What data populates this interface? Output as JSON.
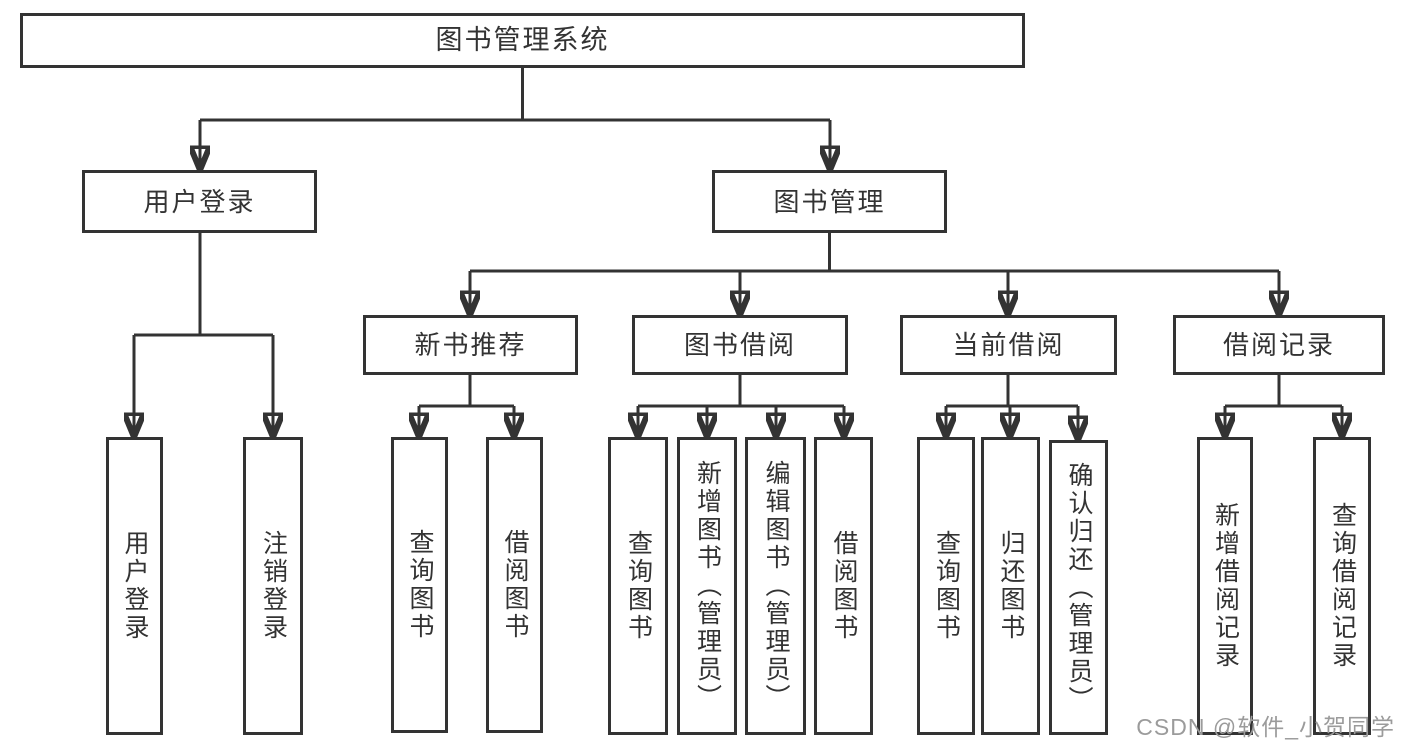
{
  "diagram": {
    "root": {
      "label": "图书管理系统"
    },
    "level2": [
      {
        "label": "用户登录"
      },
      {
        "label": "图书管理"
      }
    ],
    "level3": [
      {
        "label": "新书推荐",
        "parent": "图书管理"
      },
      {
        "label": "图书借阅",
        "parent": "图书管理"
      },
      {
        "label": "当前借阅",
        "parent": "图书管理"
      },
      {
        "label": "借阅记录",
        "parent": "图书管理"
      }
    ],
    "leaves": [
      {
        "label": "用户登录",
        "parent": "用户登录"
      },
      {
        "label": "注销登录",
        "parent": "用户登录"
      },
      {
        "label": "查询图书",
        "parent": "新书推荐"
      },
      {
        "label": "借阅图书",
        "parent": "新书推荐"
      },
      {
        "label": "查询图书",
        "parent": "图书借阅"
      },
      {
        "label": "新增图书（管理员）",
        "parent": "图书借阅"
      },
      {
        "label": "编辑图书（管理员）",
        "parent": "图书借阅"
      },
      {
        "label": "借阅图书",
        "parent": "图书借阅"
      },
      {
        "label": "查询图书",
        "parent": "当前借阅"
      },
      {
        "label": "归还图书",
        "parent": "当前借阅"
      },
      {
        "label": "确认归还（管理员）",
        "parent": "当前借阅"
      },
      {
        "label": "新增借阅记录",
        "parent": "借阅记录"
      },
      {
        "label": "查询借阅记录",
        "parent": "借阅记录"
      }
    ]
  },
  "watermark": {
    "text": "CSDN @软件_小贺同学"
  },
  "colors": {
    "line": "#333333",
    "text": "#333333",
    "box_background": "#ffffff",
    "watermark": "#9b9b9b"
  }
}
